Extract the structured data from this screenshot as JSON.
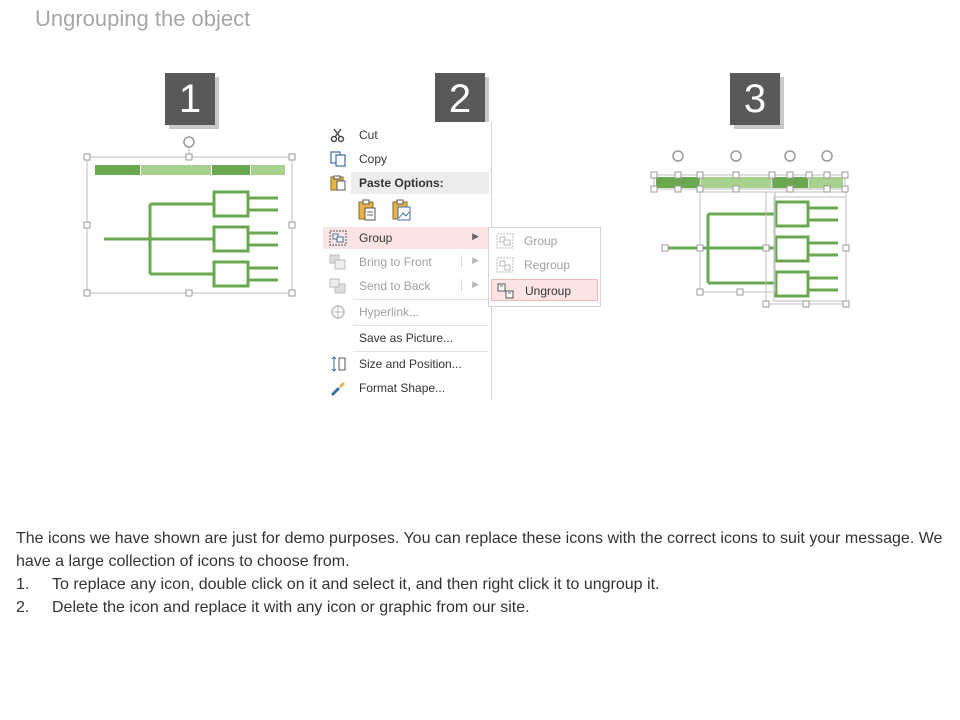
{
  "title": "Ungrouping the object",
  "steps": [
    "1",
    "2",
    "3"
  ],
  "context_menu": {
    "items": [
      {
        "label": "Cut",
        "icon": "scissors-icon",
        "enabled": true
      },
      {
        "label": "Copy",
        "icon": "copy-icon",
        "enabled": true
      },
      {
        "label": "Paste Options:",
        "icon": "clipboard-icon",
        "enabled": true
      },
      {
        "label": "Group",
        "icon": "group-icon",
        "enabled": true,
        "has_submenu": true,
        "highlighted": true
      },
      {
        "label": "Bring to Front",
        "icon": "bring-front-icon",
        "enabled": false,
        "has_submenu": true
      },
      {
        "label": "Send to Back",
        "icon": "send-back-icon",
        "enabled": false,
        "has_submenu": true
      },
      {
        "label": "Hyperlink...",
        "icon": "link-icon",
        "enabled": false
      },
      {
        "label": "Save as Picture...",
        "icon": "",
        "enabled": true
      },
      {
        "label": "Size and Position...",
        "icon": "size-position-icon",
        "enabled": true
      },
      {
        "label": "Format Shape...",
        "icon": "format-shape-icon",
        "enabled": true
      }
    ],
    "submenu": [
      {
        "label": "Group",
        "icon": "group-icon",
        "enabled": false
      },
      {
        "label": "Regroup",
        "icon": "regroup-icon",
        "enabled": false
      },
      {
        "label": "Ungroup",
        "icon": "ungroup-icon",
        "enabled": true,
        "highlighted": true
      }
    ]
  },
  "body": {
    "intro": "The icons we have shown are just for demo purposes. You can replace these icons with the correct icons to suit your message. We have a large collection of icons to choose from.",
    "list": [
      {
        "num": "1.",
        "text": "To replace any icon, double click on it and select it, and then right click it to ungroup it."
      },
      {
        "num": "2.",
        "text": "Delete the icon and replace it with any icon or graphic from our site."
      }
    ]
  },
  "colors": {
    "step_bg": "#595959",
    "dark_green": "#6aa84f",
    "light_green": "#a9d18e",
    "menu_highlight": "#fde4e4"
  }
}
